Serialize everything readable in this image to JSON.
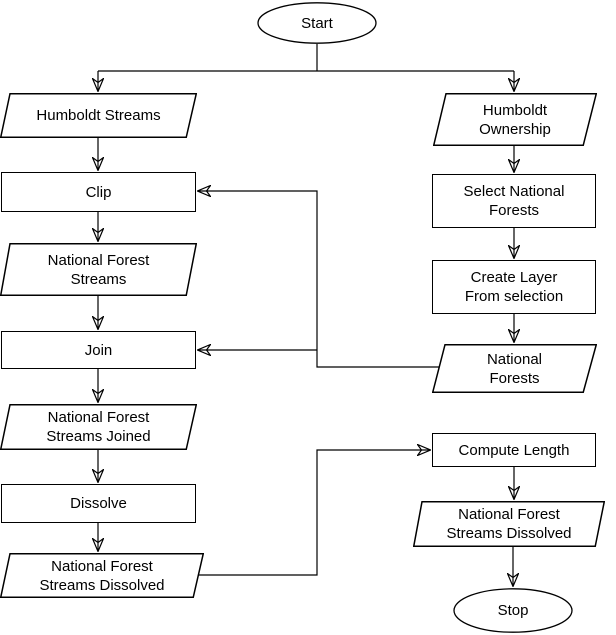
{
  "diagram": {
    "type": "flowchart",
    "colors": {
      "background": "#ffffff",
      "shape_fill": "#ffffff",
      "stroke": "#000000",
      "text": "#000000"
    },
    "nodes": {
      "start": {
        "label": "Start",
        "shape": "ellipse"
      },
      "humboldt_streams": {
        "label": "Humboldt Streams",
        "shape": "parallelogram"
      },
      "clip": {
        "label": "Clip",
        "shape": "rectangle"
      },
      "national_forest_streams": {
        "label": "National Forest\nStreams",
        "shape": "parallelogram"
      },
      "join": {
        "label": "Join",
        "shape": "rectangle"
      },
      "national_forest_streams_joined": {
        "label": "National Forest\nStreams Joined",
        "shape": "parallelogram"
      },
      "dissolve": {
        "label": "Dissolve",
        "shape": "rectangle"
      },
      "national_forest_streams_dissolved": {
        "label": "National Forest\nStreams Dissolved",
        "shape": "parallelogram"
      },
      "humboldt_ownership": {
        "label": "Humboldt\nOwnership",
        "shape": "parallelogram"
      },
      "select_national_forests": {
        "label": "Select National\nForests",
        "shape": "rectangle"
      },
      "create_layer_from_selection": {
        "label": "Create Layer\nFrom selection",
        "shape": "rectangle"
      },
      "national_forests": {
        "label": "National\nForests",
        "shape": "parallelogram"
      },
      "compute_length": {
        "label": "Compute Length",
        "shape": "rectangle"
      },
      "national_forest_streams_dissolved_output": {
        "label": "National Forest\nStreams Dissolved",
        "shape": "parallelogram"
      },
      "stop": {
        "label": "Stop",
        "shape": "ellipse"
      }
    },
    "edges": [
      {
        "from": "start",
        "to": "humboldt_streams"
      },
      {
        "from": "start",
        "to": "humboldt_ownership"
      },
      {
        "from": "humboldt_streams",
        "to": "clip"
      },
      {
        "from": "clip",
        "to": "national_forest_streams"
      },
      {
        "from": "national_forest_streams",
        "to": "join"
      },
      {
        "from": "join",
        "to": "national_forest_streams_joined"
      },
      {
        "from": "national_forest_streams_joined",
        "to": "dissolve"
      },
      {
        "from": "dissolve",
        "to": "national_forest_streams_dissolved"
      },
      {
        "from": "humboldt_ownership",
        "to": "select_national_forests"
      },
      {
        "from": "select_national_forests",
        "to": "create_layer_from_selection"
      },
      {
        "from": "create_layer_from_selection",
        "to": "national_forests"
      },
      {
        "from": "national_forests",
        "to": "clip"
      },
      {
        "from": "national_forests",
        "to": "join"
      },
      {
        "from": "national_forest_streams_dissolved",
        "to": "compute_length"
      },
      {
        "from": "compute_length",
        "to": "national_forest_streams_dissolved_output"
      },
      {
        "from": "national_forest_streams_dissolved_output",
        "to": "stop"
      }
    ]
  }
}
